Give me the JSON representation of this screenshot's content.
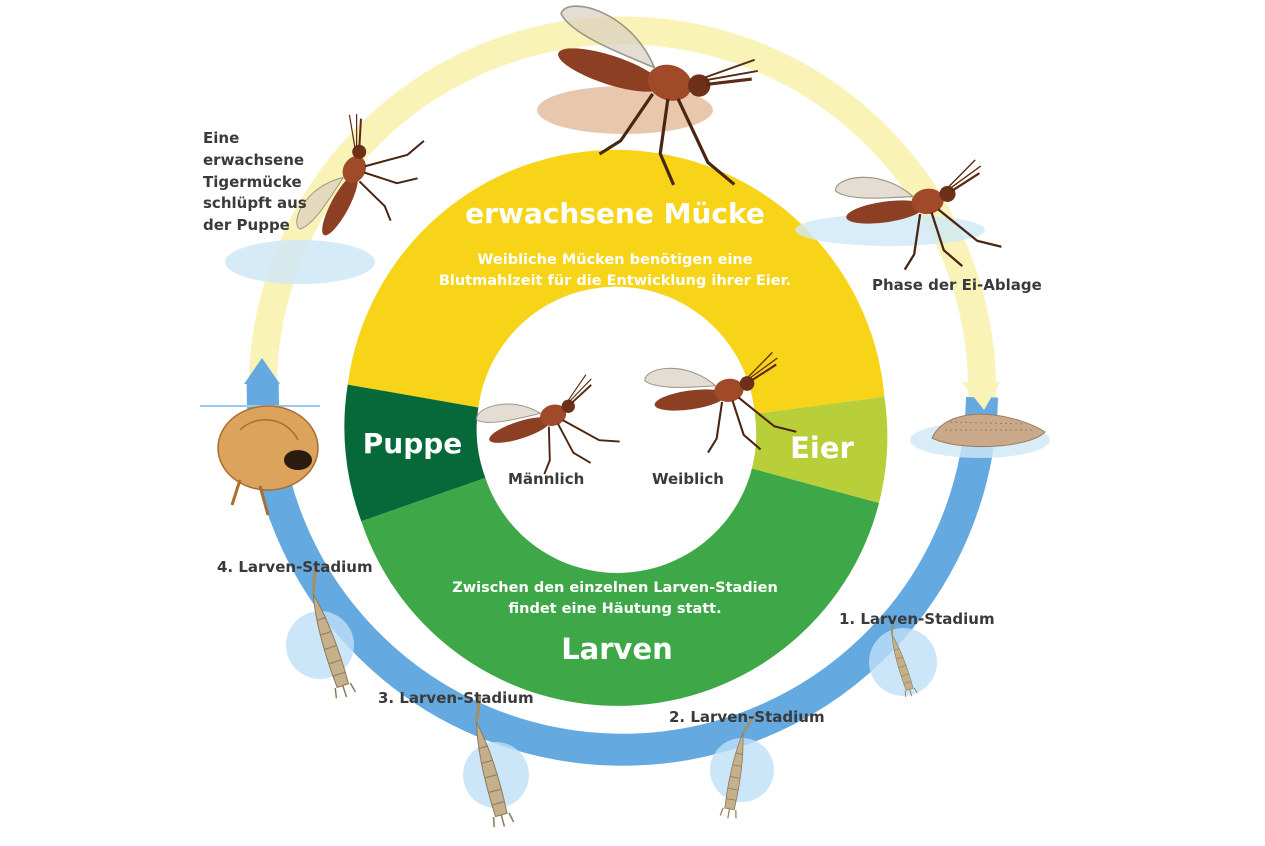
{
  "colors": {
    "adult_segment": "#f7d417",
    "eggs_segment": "#b9cf3a",
    "larvae_segment": "#3ea848",
    "pupa_segment": "#07693a",
    "outer_ring_air": "#faf3b8",
    "outer_ring_water": "#64a9df",
    "text_dark": "#3a3a3a",
    "text_light": "#ffffff",
    "mosquito_body": "#8c3f22",
    "larva_body": "#c4b08a"
  },
  "center": {
    "male_label": "Männlich",
    "female_label": "Weiblich",
    "male_icon": "male-mosquito-icon",
    "female_icon": "female-mosquito-icon"
  },
  "segments": {
    "adult": {
      "title": "erwachsene Mücke",
      "text_line1": "Weibliche Mücken benötigen eine",
      "text_line2": "Blutmahlzeit für die Entwicklung ihrer Eier."
    },
    "eggs": {
      "title": "Eier"
    },
    "larvae": {
      "title": "Larven",
      "text_line1": "Zwischen den einzelnen Larven-Stadien",
      "text_line2": "findet eine Häutung statt."
    },
    "pupa": {
      "title": "Puppe"
    }
  },
  "outer_labels": {
    "emergence": [
      "Eine",
      "erwachsene",
      "Tigermücke",
      "schlüpft aus",
      "der Puppe"
    ],
    "egg_laying": "Phase der Ei-Ablage",
    "larva_1": "1. Larven-Stadium",
    "larva_2": "2. Larven-Stadium",
    "larva_3": "3. Larven-Stadium",
    "larva_4": "4. Larven-Stadium"
  },
  "icons": {
    "blood_meal": "blood-feeding-mosquito-icon",
    "egg_laying": "egg-laying-mosquito-icon",
    "egg_raft": "egg-raft-icon",
    "emerging": "emerging-mosquito-icon",
    "pupa": "pupa-icon",
    "larva": "larva-icon"
  }
}
